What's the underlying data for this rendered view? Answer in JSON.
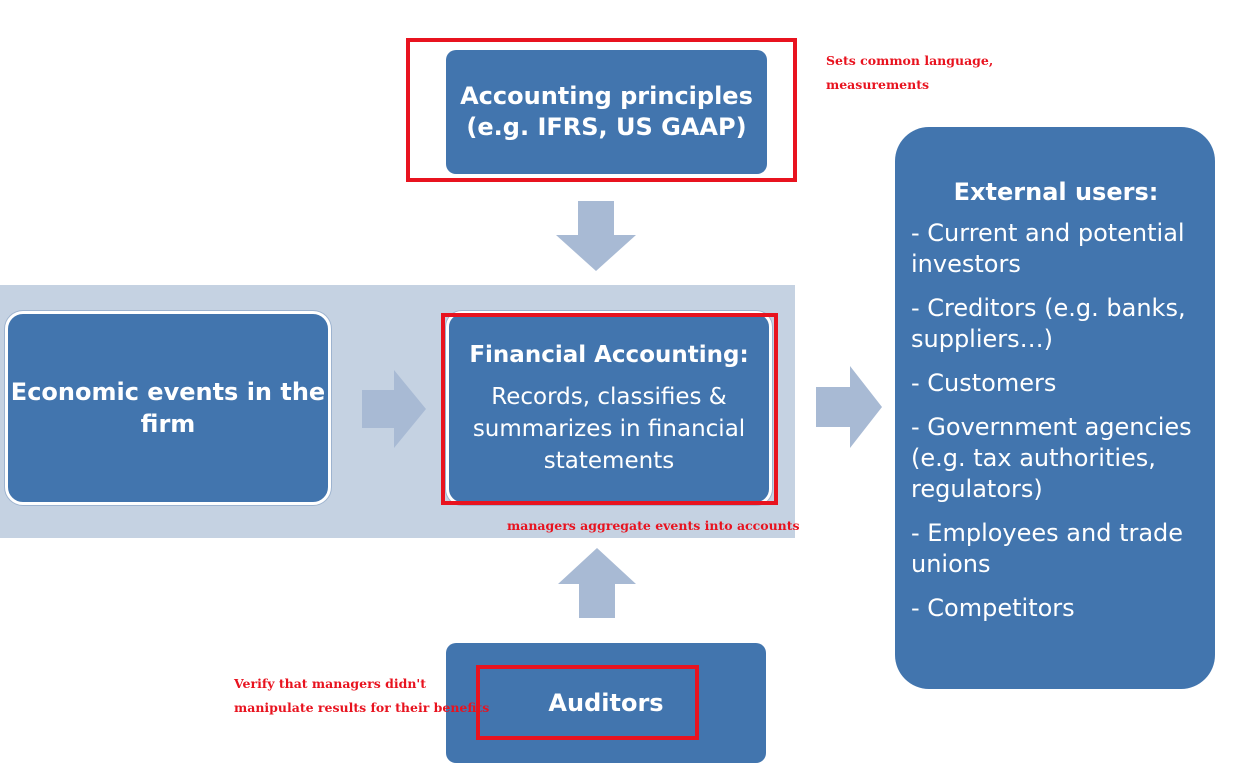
{
  "diagram": {
    "principles": {
      "title_line1": "Accounting principles",
      "title_line2": "(e.g. IFRS, US GAAP)"
    },
    "events": {
      "title_line1": "Economic events in the",
      "title_line2": "firm"
    },
    "financial_accounting": {
      "title": "Financial Accounting:",
      "body_line1": "Records, classifies &",
      "body_line2": "summarizes in financial",
      "body_line3": "statements"
    },
    "auditors": {
      "title": "Auditors"
    },
    "external_users": {
      "title": "External users:",
      "items": [
        {
          "line1": "- Current and potential",
          "line2": "investors",
          "line3": ""
        },
        {
          "line1": "- Creditors (e.g. banks,",
          "line2": "suppliers…)",
          "line3": ""
        },
        {
          "line1": "- Customers",
          "line2": "",
          "line3": ""
        },
        {
          "line1": "- Government agencies",
          "line2": "(e.g. tax authorities,",
          "line3": "regulators)"
        },
        {
          "line1": "- Employees and trade",
          "line2": "unions",
          "line3": ""
        },
        {
          "line1": "- Competitors",
          "line2": "",
          "line3": ""
        }
      ]
    }
  },
  "annotations": {
    "principles_note_line1": "Sets common language,",
    "principles_note_line2": "measurements",
    "accounting_note": "managers aggregate events into accounts",
    "auditors_note_line1": "Verify that managers didn't",
    "auditors_note_line2": "manipulate results for their benefits"
  },
  "colors": {
    "box_fill": "#4275ae",
    "band_fill": "#c5d2e2",
    "arrow_fill": "#a8bad4",
    "annotation_red": "#e8131f"
  }
}
